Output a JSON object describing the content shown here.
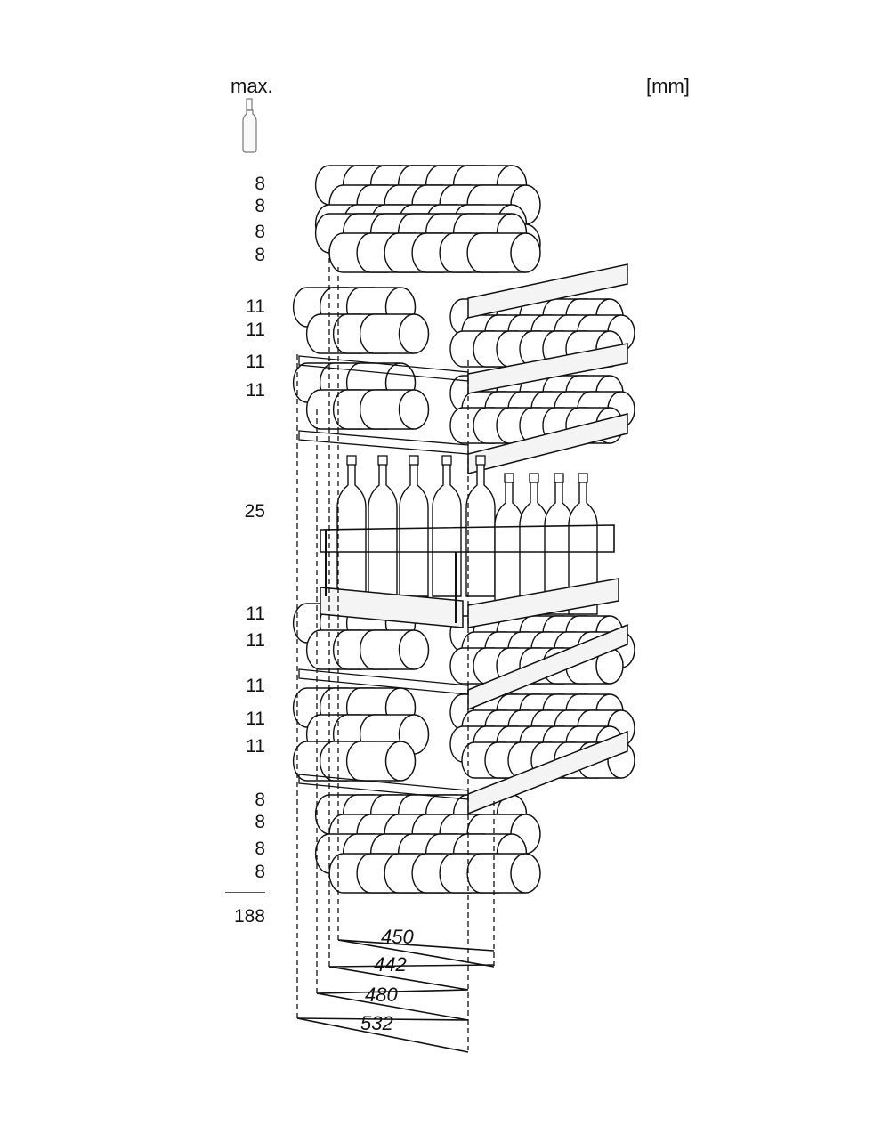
{
  "header": {
    "max_label": "max.",
    "unit_label": "[mm]"
  },
  "capacities": {
    "values": [
      "8",
      "8",
      "8",
      "8",
      "11",
      "11",
      "11",
      "11",
      "25",
      "11",
      "11",
      "11",
      "11",
      "11",
      "8",
      "8",
      "8",
      "8"
    ],
    "total": "188"
  },
  "dimensions": [
    "450",
    "442",
    "480",
    "532"
  ],
  "icons": {
    "bottle": "bottle-icon"
  },
  "colors": {
    "line": "#111111",
    "fill": "#ffffff",
    "shelf": "#f4f4f4"
  }
}
